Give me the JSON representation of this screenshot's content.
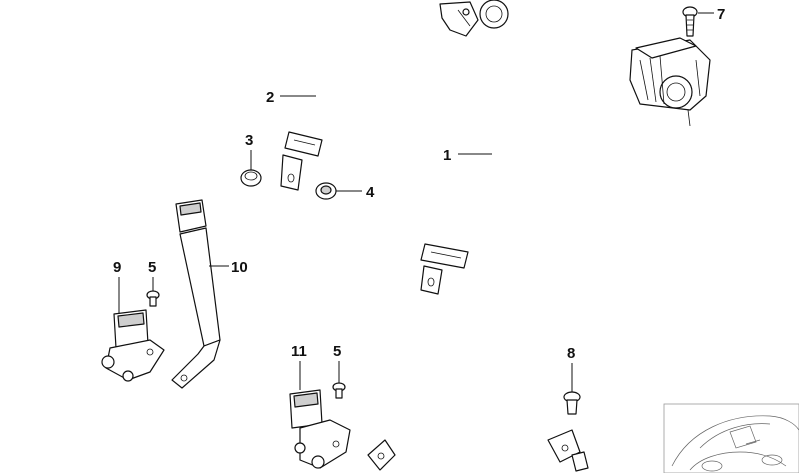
{
  "callouts": [
    {
      "id": "1",
      "label": "1"
    },
    {
      "id": "2",
      "label": "2"
    },
    {
      "id": "3",
      "label": "3"
    },
    {
      "id": "4",
      "label": "4"
    },
    {
      "id": "5a",
      "label": "5"
    },
    {
      "id": "5b",
      "label": "5"
    },
    {
      "id": "7",
      "label": "7"
    },
    {
      "id": "8",
      "label": "8"
    },
    {
      "id": "9",
      "label": "9"
    },
    {
      "id": "10",
      "label": "10"
    },
    {
      "id": "11",
      "label": "11"
    }
  ]
}
